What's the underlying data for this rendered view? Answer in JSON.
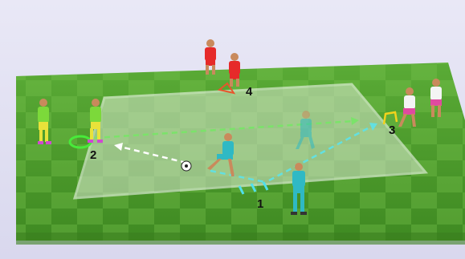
{
  "labels": {
    "station_1": "1",
    "station_2": "2",
    "station_3": "3",
    "station_4": "4"
  },
  "colors": {
    "sky_top": "#e9e8f6",
    "sky_bottom": "#d9d8ee",
    "grass_light": "#6fbf45",
    "grass_dark": "#4f9a2c",
    "area_fill": "#d8e6cf",
    "pass_white": "#ffffff",
    "pass_green": "#7be36a",
    "pass_cyan": "#63e0e0",
    "team_lime": "#7cd93a",
    "team_yellow": "#e8e23a",
    "team_red": "#e62a2a",
    "team_cyan": "#2fb9c4",
    "team_white": "#f4f4f4",
    "team_pink": "#e04aa0"
  },
  "players": [
    {
      "team": "lime_yellow",
      "role": "waiting-player"
    },
    {
      "team": "lime_yellow",
      "role": "active-player-2"
    },
    {
      "team": "red",
      "role": "waiting-player"
    },
    {
      "team": "red",
      "role": "active-player-4"
    },
    {
      "team": "cyan",
      "role": "passer"
    },
    {
      "team": "cyan",
      "role": "runner"
    },
    {
      "team": "cyan",
      "role": "player-1"
    },
    {
      "team": "white_pink",
      "role": "active-player-3"
    },
    {
      "team": "white_pink",
      "role": "waiting-player"
    }
  ],
  "equipment": [
    "ball",
    "mini-hurdles",
    "cone-ring",
    "mini-goal-4",
    "mini-goal-3"
  ]
}
